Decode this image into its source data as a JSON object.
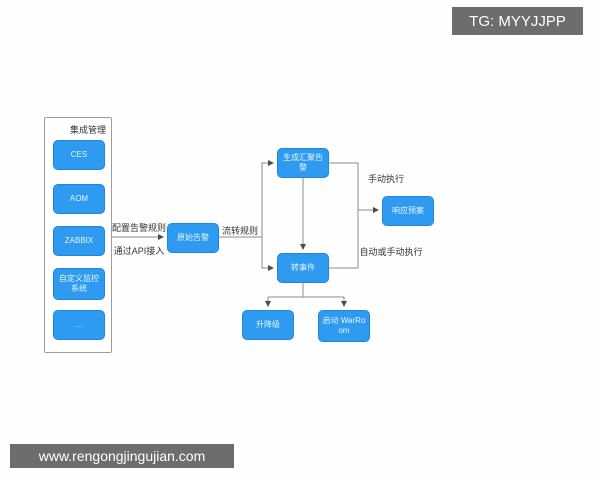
{
  "badges": {
    "tg": "TG: MYYJJPP",
    "watermark": "www.rengongjingujian.com"
  },
  "sidebar": {
    "title": "集成管理",
    "items": [
      {
        "label": "CES"
      },
      {
        "label": "AOM"
      },
      {
        "label": "ZABBIX"
      },
      {
        "label": "自定义监控系统"
      },
      {
        "label": "…"
      }
    ]
  },
  "nodes": {
    "origin_alert": "原始告警",
    "aggregated_alert": "生成汇聚告警",
    "to_incident": "转事件",
    "response_plan": "响应预案",
    "upgrade_downgrade": "升降级",
    "start_warroom": "启动 WarRoom"
  },
  "edge_labels": {
    "configure_alert_rule": "配置告警规则",
    "via_api": "通过API接入",
    "flow_rule": "流转规则",
    "manual_execute": "手动执行",
    "auto_or_manual_execute": "自动或手动执行"
  },
  "edges": [
    {
      "from": "集成管理",
      "to": "原始告警",
      "labels": [
        "配置告警规则",
        "通过API接入"
      ]
    },
    {
      "from": "原始告警",
      "to": "生成汇聚告警",
      "labels": [
        "流转规则"
      ]
    },
    {
      "from": "原始告警",
      "to": "转事件",
      "labels": [
        "流转规则"
      ]
    },
    {
      "from": "生成汇聚告警",
      "to": "转事件",
      "labels": []
    },
    {
      "from": "生成汇聚告警",
      "to": "响应预案",
      "labels": [
        "手动执行"
      ]
    },
    {
      "from": "转事件",
      "to": "响应预案",
      "labels": [
        "自动或手动执行"
      ]
    },
    {
      "from": "转事件",
      "to": "升降级",
      "labels": []
    },
    {
      "from": "转事件",
      "to": "启动 WarRoom",
      "labels": []
    }
  ],
  "colors": {
    "node_fill": "#2e9af0",
    "node_border": "#1d87dd",
    "node_text": "#e9f4fe",
    "line": "#8c8c8c",
    "arrow": "#4d4d4d",
    "container_border": "#9c9c9c",
    "label_text": "#333333",
    "badge_bg": "#6d6d6d",
    "badge_text": "#ffffff"
  }
}
